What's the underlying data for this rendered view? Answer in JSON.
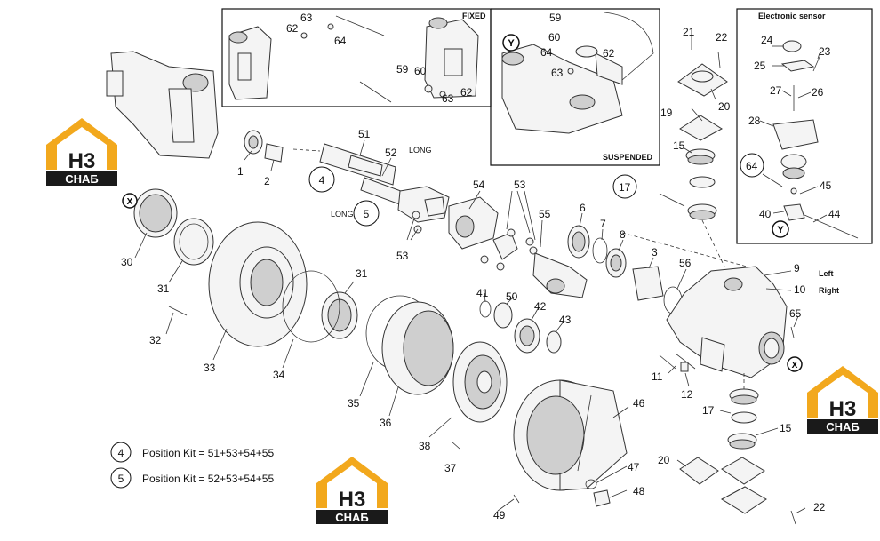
{
  "boxes": {
    "fixed": "FIXED",
    "suspended": "SUSPENDED",
    "sensor": "Electronic sensor"
  },
  "annotations": {
    "long_top": "LONG",
    "long_left": "LONG",
    "left": "Left",
    "right": "Right"
  },
  "kits": [
    {
      "num": "4",
      "text": "Position Kit = 51+53+54+55"
    },
    {
      "num": "5",
      "text": "Position Kit = 52+53+54+55"
    }
  ],
  "logo": {
    "top": "H3",
    "bottom": "СНАБ",
    "color": "#f2a81d"
  },
  "markers": {
    "x": "X",
    "y": "Y"
  },
  "part_labels": [
    "1",
    "2",
    "3",
    "4",
    "5",
    "6",
    "7",
    "8",
    "9",
    "10",
    "11",
    "12",
    "15",
    "15",
    "17",
    "17",
    "19",
    "20",
    "20",
    "21",
    "22",
    "22",
    "23",
    "24",
    "25",
    "26",
    "27",
    "28",
    "30",
    "31",
    "31",
    "32",
    "33",
    "34",
    "35",
    "36",
    "37",
    "38",
    "40",
    "41",
    "42",
    "43",
    "44",
    "45",
    "46",
    "47",
    "48",
    "49",
    "50",
    "51",
    "52",
    "53",
    "53",
    "54",
    "55",
    "56",
    "59",
    "59",
    "60",
    "60",
    "62",
    "62",
    "62",
    "63",
    "63",
    "63",
    "64",
    "64",
    "64",
    "65"
  ]
}
